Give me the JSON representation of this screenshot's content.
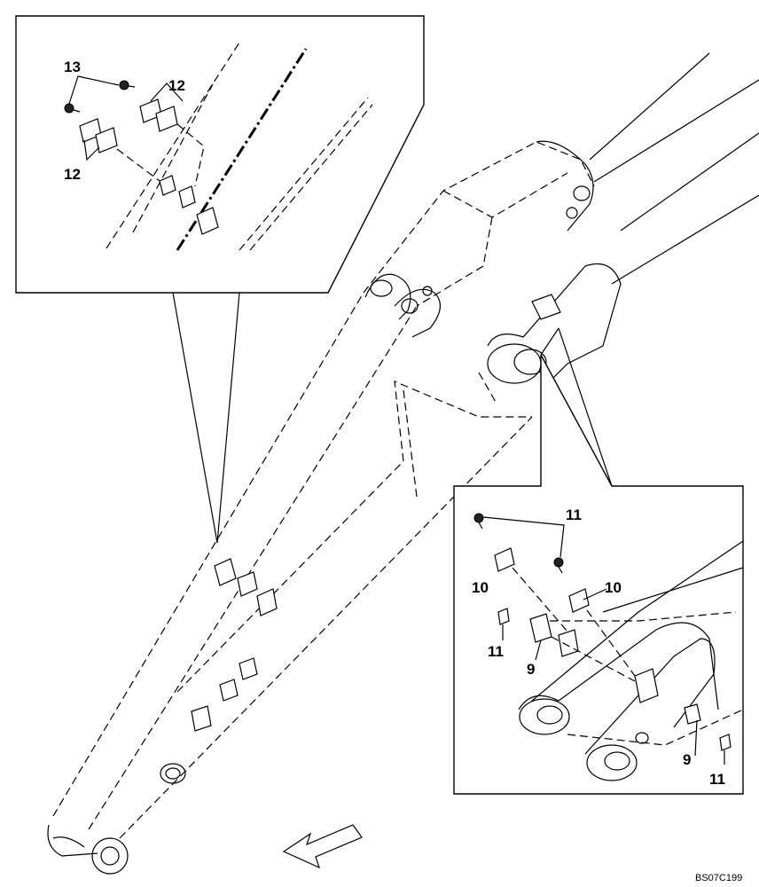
{
  "diagram": {
    "drawing_code": "BS07C199",
    "top_inset": {
      "labels": [
        "13",
        "12",
        "12"
      ]
    },
    "bottom_inset": {
      "labels": [
        "11",
        "10",
        "10",
        "11",
        "9",
        "9",
        "11"
      ]
    }
  }
}
